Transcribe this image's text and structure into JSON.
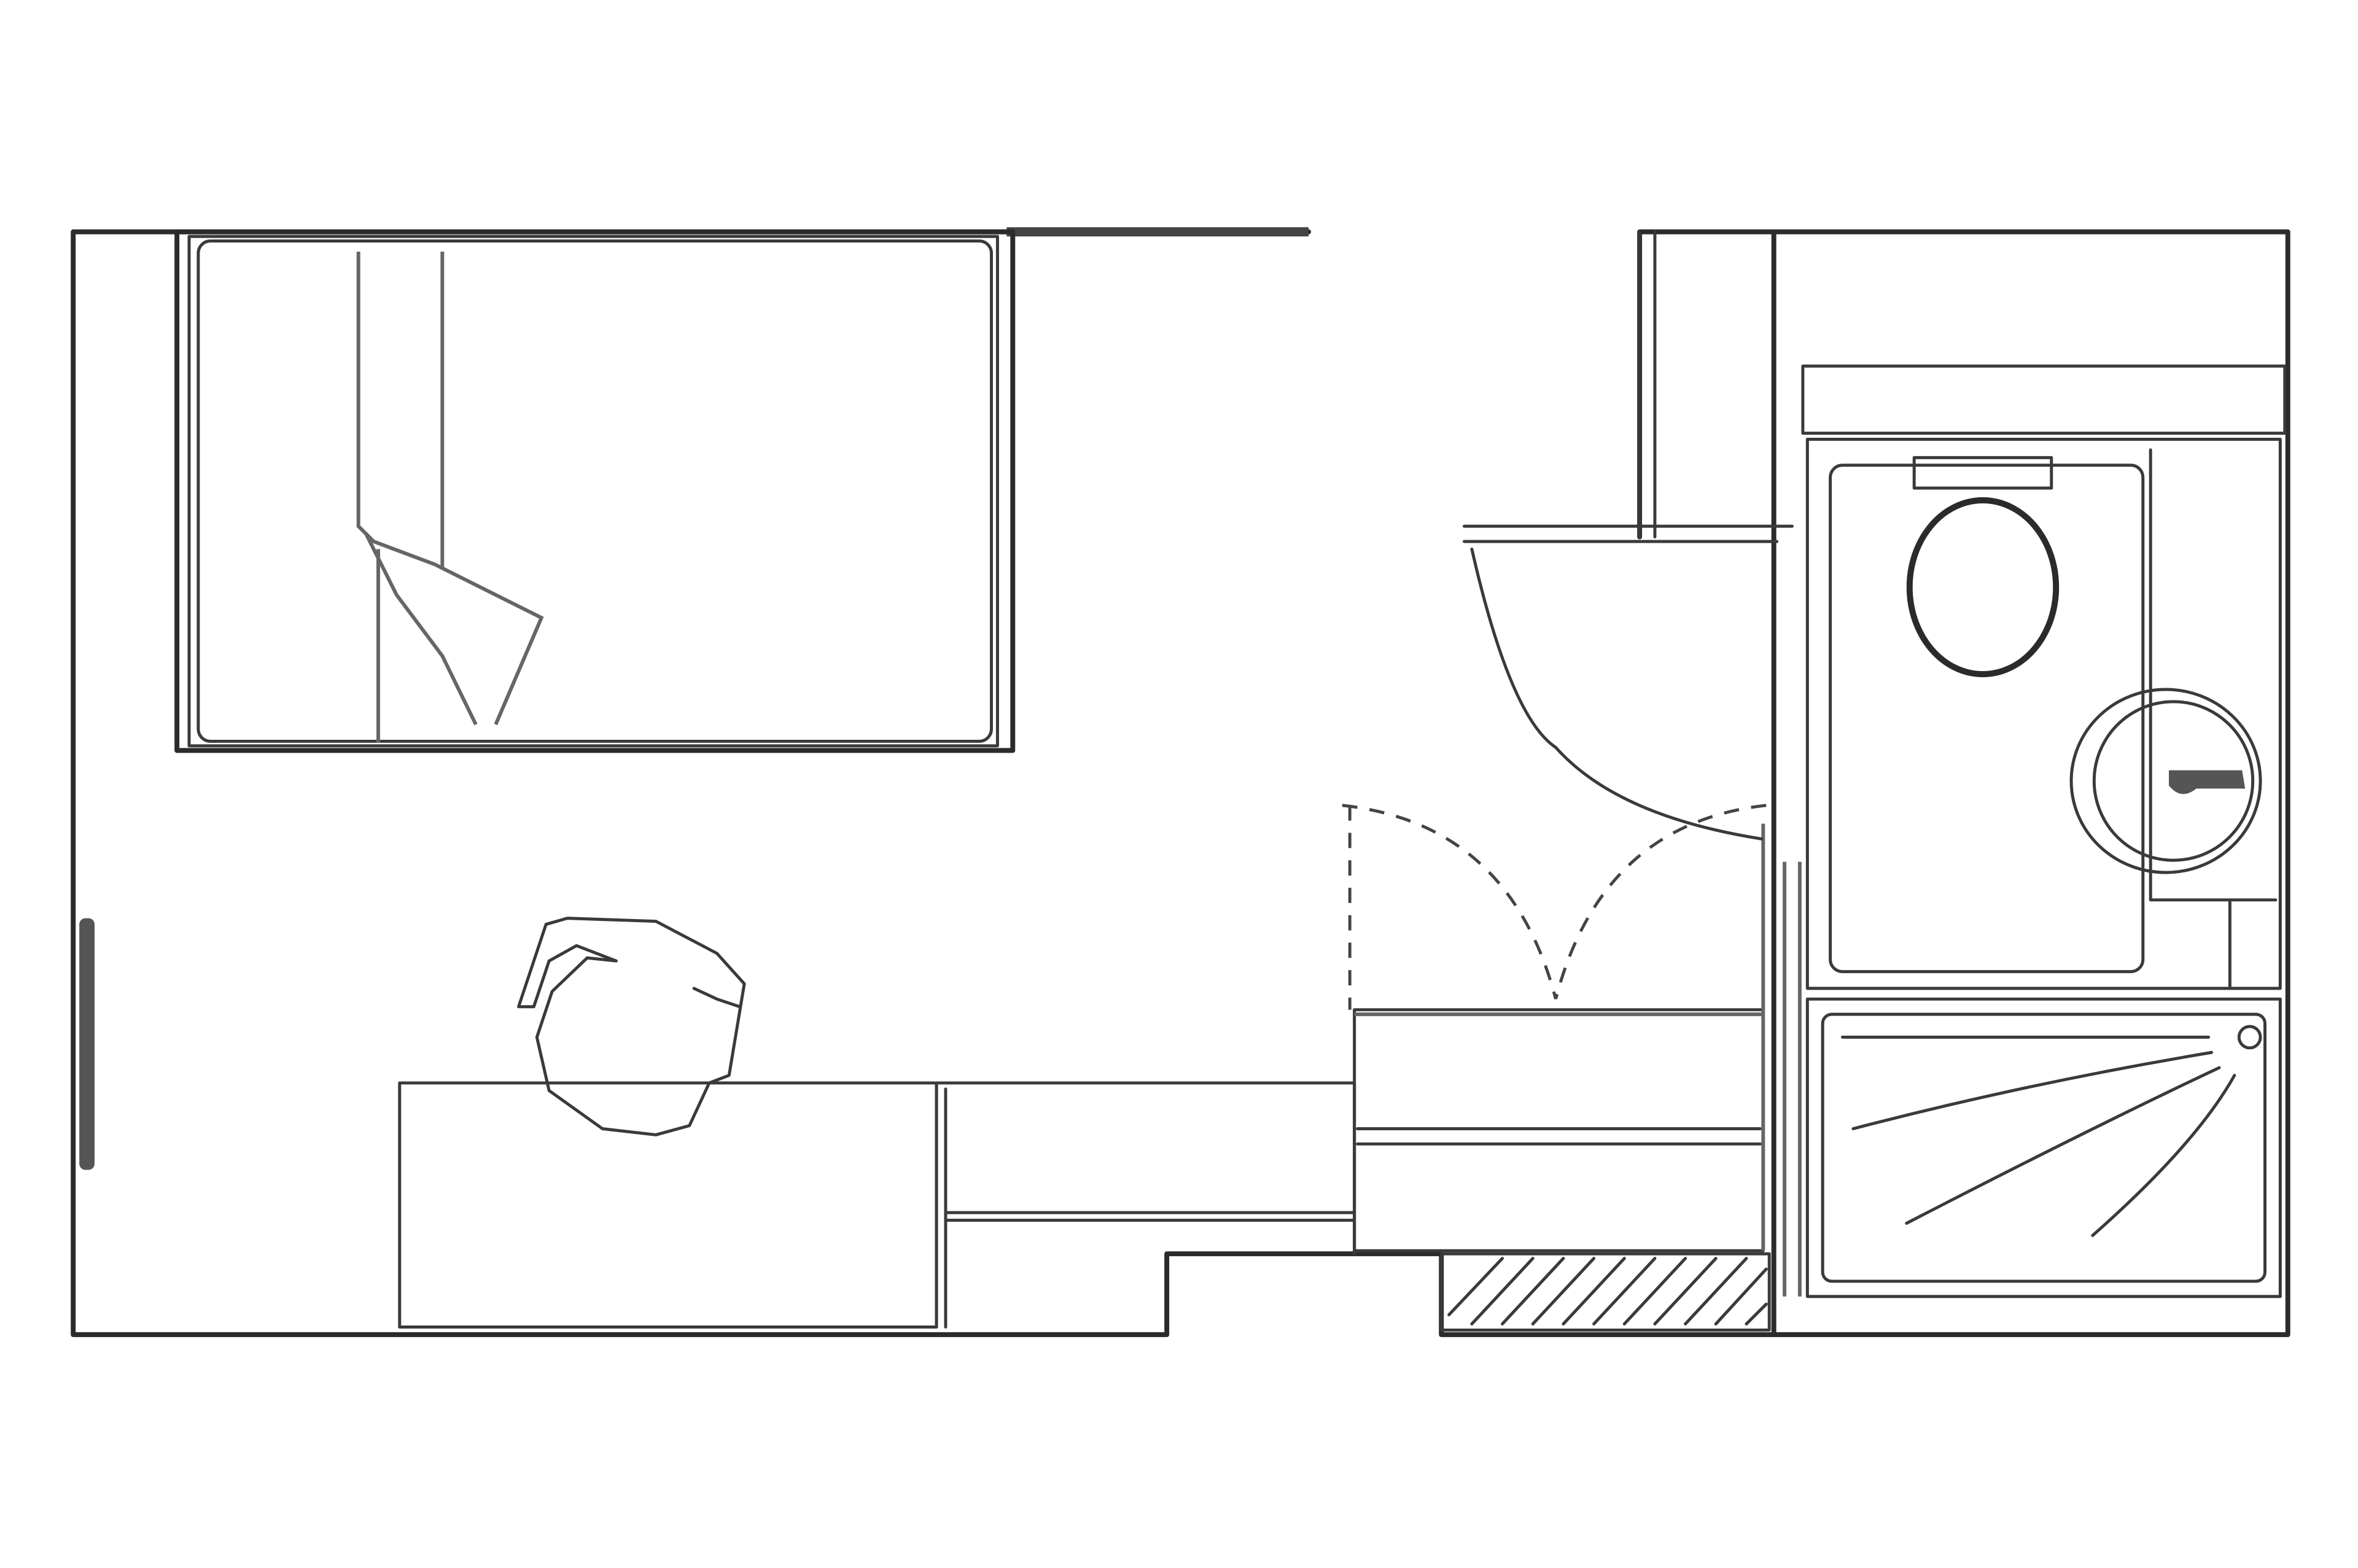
{
  "drawing": {
    "colors": {
      "stroke": "#2b2b2b",
      "secondary_stroke": "#666666",
      "background": "#ffffff"
    },
    "rooms": [
      "bedroom",
      "bathroom"
    ],
    "furniture": [
      "bed",
      "armchair",
      "desk",
      "cabinet",
      "toilet",
      "washbasin",
      "shower",
      "wardrobe"
    ]
  }
}
